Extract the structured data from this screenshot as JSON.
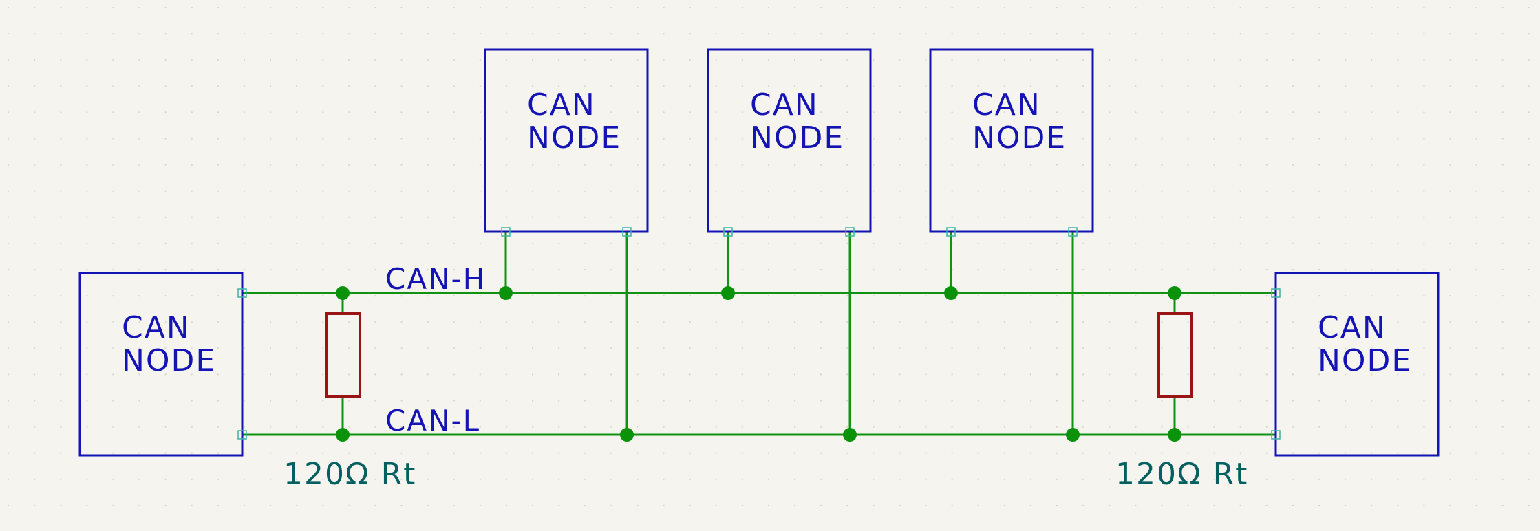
{
  "colors": {
    "background": "#f5f4ef",
    "grid_dot": "#d6d6cf",
    "node_outline": "#1414b4",
    "node_text": "#1414b4",
    "wire": "#109310",
    "junction": "#0a930a",
    "pin_marker": "#3cb3a0",
    "resistor": "#991414",
    "net_label": "#1414b4",
    "value_text": "#046060"
  },
  "nodes": [
    {
      "id": "left",
      "line1": "CAN",
      "line2": "NODE"
    },
    {
      "id": "top-1",
      "line1": "CAN",
      "line2": "NODE"
    },
    {
      "id": "top-2",
      "line1": "CAN",
      "line2": "NODE"
    },
    {
      "id": "top-3",
      "line1": "CAN",
      "line2": "NODE"
    },
    {
      "id": "right",
      "line1": "CAN",
      "line2": "NODE"
    }
  ],
  "net_labels": {
    "high": "CAN-H",
    "low": "CAN-L"
  },
  "resistors": [
    {
      "id": "left",
      "value": "120Ω Rt"
    },
    {
      "id": "right",
      "value": "120Ω Rt"
    }
  ]
}
